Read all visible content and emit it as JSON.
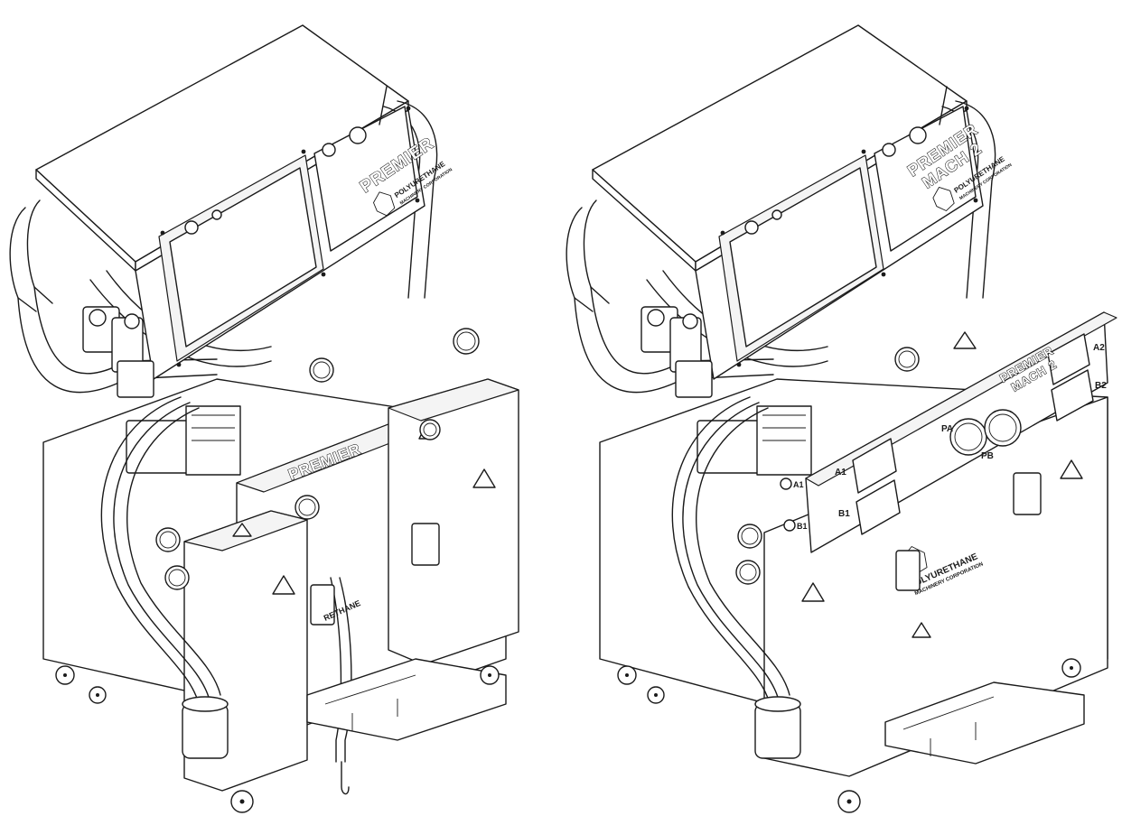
{
  "units": [
    {
      "id": "left",
      "brand_text": "PREMIER",
      "company_text": "POLYURETHANE",
      "company_sub_text": "MACHINERY CORPORATION",
      "front_brand_text": "PREMIER",
      "front_company_text": "RETHANE"
    },
    {
      "id": "right",
      "brand_text": "PREMIER",
      "model_text": "MACH 2",
      "company_text": "POLYURETHANE",
      "company_sub_text": "MACHINERY CORPORATION",
      "panel_brand_text": "PREMIER",
      "panel_model_text": "MACH 2",
      "label_a1": "A1",
      "label_b1": "B1",
      "label_a2": "A2",
      "label_b2": "B2",
      "label_pa": "PA",
      "label_pb": "PB",
      "side_label_a1": "A1",
      "side_label_b1": "B1",
      "front_company_text": "POLYURETHANE",
      "front_company_sub_text": "MACHINERY CORPORATION"
    }
  ],
  "colors": {
    "line": "#1a1a1a",
    "background": "#ffffff"
  }
}
